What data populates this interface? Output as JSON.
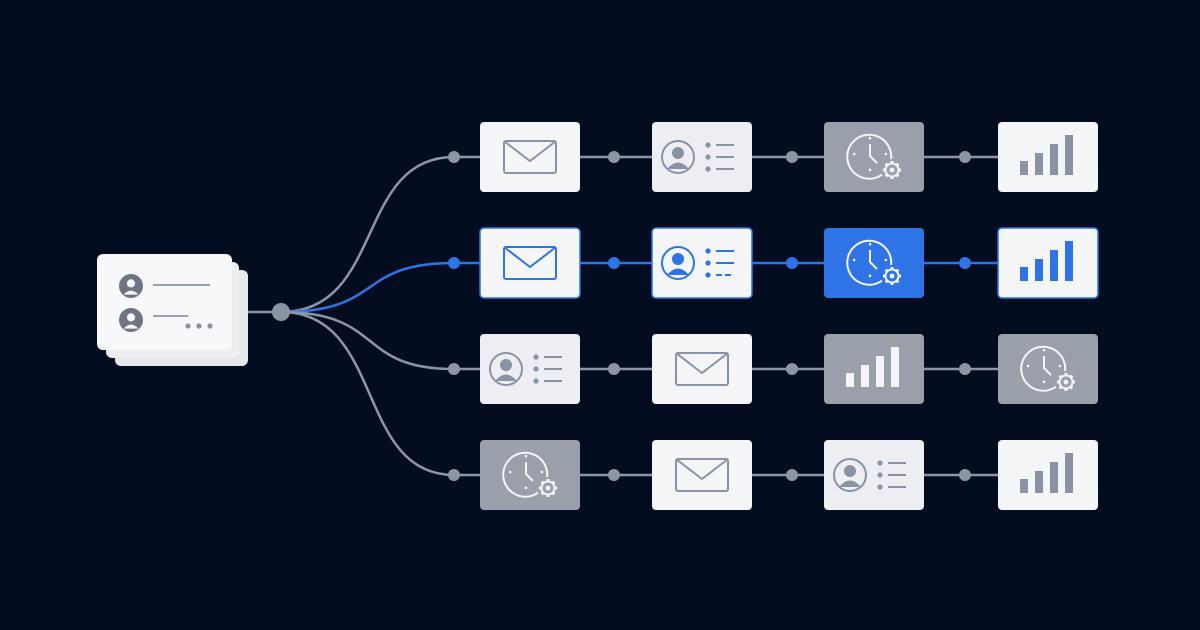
{
  "colors": {
    "background": "#030d1f",
    "connector": "#8c96a6",
    "connector_active": "#2f74e6",
    "hub": "#8a94a4",
    "card_light": "#f4f5f7",
    "card_muted": "#eceef2",
    "card_gray": "#9aa0aa",
    "card_active": "#2f74e6",
    "icon_gray": "#8a93a3",
    "icon_active": "#2f74e6",
    "icon_on_dark": "#f4f5f7"
  },
  "source": {
    "icons": [
      "user-avatar-icon",
      "user-avatar-icon",
      "more-dots-icon"
    ]
  },
  "rows": [
    {
      "active": false,
      "steps": [
        {
          "icon": "envelope",
          "card": "light"
        },
        {
          "icon": "contact",
          "card": "muted"
        },
        {
          "icon": "clock-gear",
          "card": "gray"
        },
        {
          "icon": "bars",
          "card": "light"
        }
      ]
    },
    {
      "active": true,
      "steps": [
        {
          "icon": "envelope",
          "card": "light"
        },
        {
          "icon": "contact",
          "card": "light"
        },
        {
          "icon": "clock-gear",
          "card": "active"
        },
        {
          "icon": "bars",
          "card": "light"
        }
      ]
    },
    {
      "active": false,
      "steps": [
        {
          "icon": "contact",
          "card": "muted"
        },
        {
          "icon": "envelope",
          "card": "light"
        },
        {
          "icon": "bars",
          "card": "gray"
        },
        {
          "icon": "clock-gear",
          "card": "gray"
        }
      ]
    },
    {
      "active": false,
      "steps": [
        {
          "icon": "clock-gear",
          "card": "gray"
        },
        {
          "icon": "envelope",
          "card": "light"
        },
        {
          "icon": "contact",
          "card": "muted"
        },
        {
          "icon": "bars",
          "card": "light"
        }
      ]
    }
  ]
}
